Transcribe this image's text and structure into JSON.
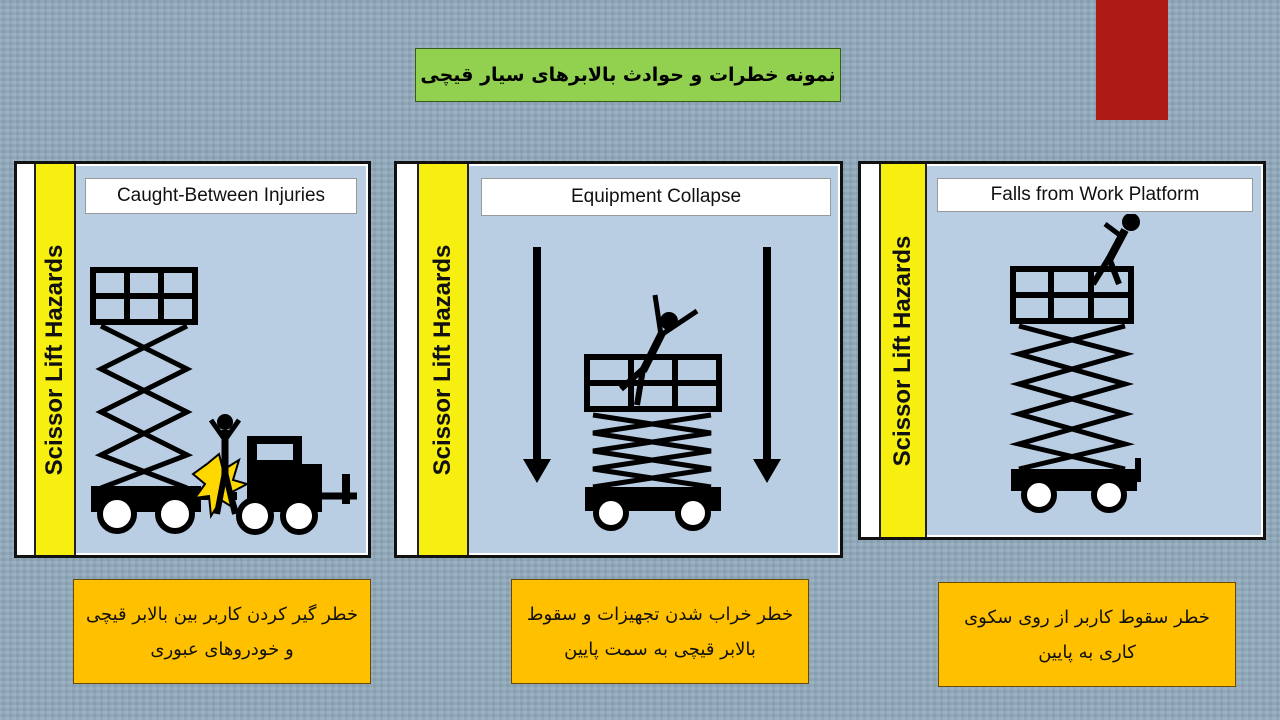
{
  "slide_title": "نمونه خطرات و حوادث بالابرهای سیار قیچی",
  "colors": {
    "accent_block": "#ad1a14",
    "title_bg": "#92d050",
    "caption_bg": "#ffc000",
    "panel_bg": "#b9cde3",
    "side_bar": "#f7ef0f"
  },
  "panels": [
    {
      "side_label": "Scissor Lift Hazards",
      "hazard_title": "Caught-Between Injuries",
      "caption": "خطر گیر کردن کاربر بین بالابر قیچی و خودروهای عبوری"
    },
    {
      "side_label": "Scissor Lift Hazards",
      "hazard_title": "Equipment Collapse",
      "caption": "خطر خراب شدن تجهیزات و سقوط بالابر قیچی به سمت پایین"
    },
    {
      "side_label": "Scissor Lift Hazards",
      "hazard_title": "Falls from Work Platform",
      "caption": "خطر سقوط کاربر از روی سکوی کاری به پایین"
    }
  ]
}
